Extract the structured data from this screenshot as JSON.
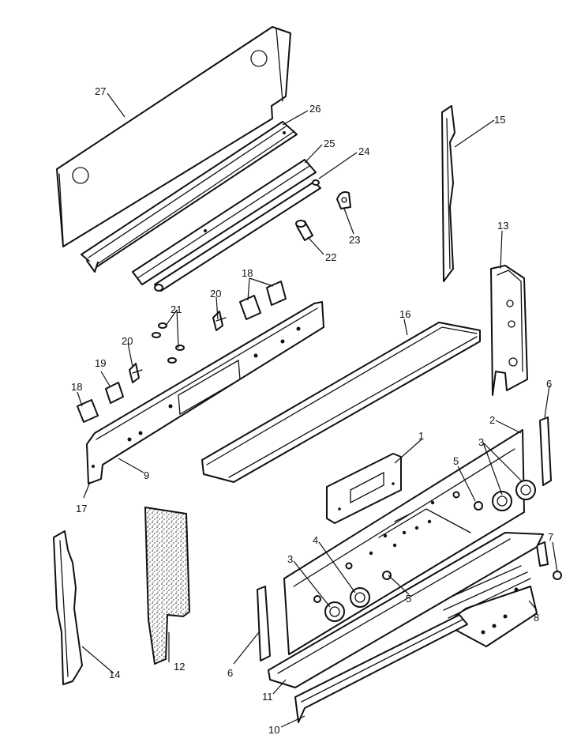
{
  "callouts": {
    "c1": "1",
    "c2": "2",
    "c3a": "3",
    "c3b": "3",
    "c4": "4",
    "c5a": "5",
    "c5b": "5",
    "c6a": "6",
    "c6b": "6",
    "c7": "7",
    "c8": "8",
    "c9": "9",
    "c10": "10",
    "c11": "11",
    "c12": "12",
    "c13": "13",
    "c14": "14",
    "c15": "15",
    "c16": "16",
    "c17": "17",
    "c18a": "18",
    "c18b": "18",
    "c19": "19",
    "c20a": "20",
    "c20b": "20",
    "c21": "21",
    "c22": "22",
    "c23": "23",
    "c24": "24",
    "c25": "25",
    "c26": "26",
    "c27": "27"
  },
  "colors": {
    "line": "#111111",
    "paper": "#ffffff"
  }
}
